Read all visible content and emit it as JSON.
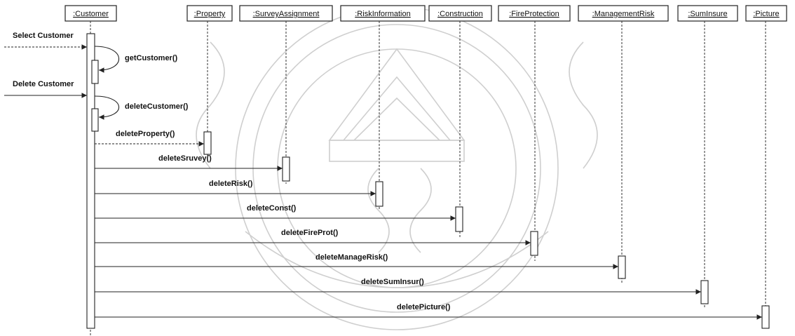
{
  "participants": [
    {
      "id": "customer",
      "label": ":Customer"
    },
    {
      "id": "property",
      "label": ":Property"
    },
    {
      "id": "survey",
      "label": ":SurveyAssignment"
    },
    {
      "id": "risk",
      "label": ":RiskInformation"
    },
    {
      "id": "construction",
      "label": ":Construction"
    },
    {
      "id": "fireprot",
      "label": ":FireProtection"
    },
    {
      "id": "managerisk",
      "label": ":ManagementRisk"
    },
    {
      "id": "suminsure",
      "label": ":SumInsure"
    },
    {
      "id": "picture",
      "label": ":Picture"
    }
  ],
  "external_messages": [
    {
      "label": "Select Customer"
    },
    {
      "label": "Delete Customer"
    }
  ],
  "self_messages": [
    {
      "label": "getCustomer()"
    },
    {
      "label": "deleteCustomer()"
    }
  ],
  "messages": [
    {
      "label": "deleteProperty()",
      "to": "property"
    },
    {
      "label": "deleteSruvey()",
      "to": "survey"
    },
    {
      "label": "deleteRisk()",
      "to": "risk"
    },
    {
      "label": "deleteConst()",
      "to": "construction"
    },
    {
      "label": "deleteFireProt()",
      "to": "fireprot"
    },
    {
      "label": "deleteManageRisk()",
      "to": "managerisk"
    },
    {
      "label": "deleteSumInsur()",
      "to": "suminsure"
    },
    {
      "label": "deletePicture()",
      "to": "picture"
    }
  ],
  "colors": {
    "ink": "#222222",
    "watermark": "#cfcfcf"
  }
}
